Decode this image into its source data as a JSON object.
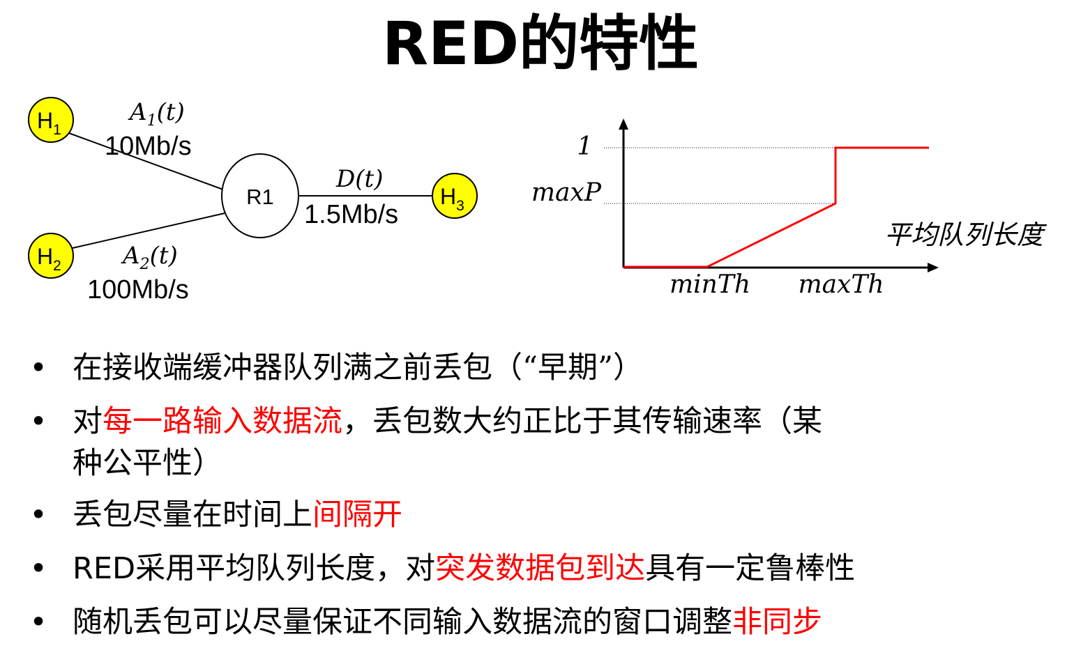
{
  "title": "RED的特性",
  "network": {
    "router": "R1",
    "host1": {
      "name": "H",
      "sub": "1"
    },
    "host2": {
      "name": "H",
      "sub": "2"
    },
    "host3": {
      "name": "H",
      "sub": "3"
    },
    "link1": {
      "func_name": "A",
      "func_sub": "1",
      "func_arg": "(t)",
      "rate": "10Mb/s"
    },
    "link2": {
      "func_name": "A",
      "func_sub": "2",
      "func_arg": "(t)",
      "rate": "100Mb/s"
    },
    "link3": {
      "func_name": "D",
      "func_arg": "(t)",
      "rate": "1.5Mb/s"
    },
    "colors": {
      "host_fill": "#ffff00",
      "line": "#000000"
    }
  },
  "graph": {
    "y_tick_top": "1",
    "y_tick_mid": "maxP",
    "x_label": "平均队列长度",
    "x_tick_min": "minTh",
    "x_tick_max": "maxTh",
    "curve_color": "#ff0000"
  },
  "bullets": [
    {
      "marker": "•",
      "parts": [
        {
          "text": "在接收端缓冲器队列满之前丢包（“早期”）",
          "red": false
        }
      ]
    },
    {
      "marker": "•",
      "parts": [
        {
          "text": "对",
          "red": false
        },
        {
          "text": "每一路输入数据流",
          "red": true
        },
        {
          "text": "，丢包数大约正比于其传输速率（某",
          "red": false
        },
        {
          "text": "种公平性）",
          "red": false
        }
      ]
    },
    {
      "marker": "•",
      "parts": [
        {
          "text": "丢包尽量在时间上",
          "red": false
        },
        {
          "text": "间隔开",
          "red": true
        }
      ]
    },
    {
      "marker": "•",
      "parts": [
        {
          "text": "RED",
          "red": false
        },
        {
          "text": "采用平均队列长度，对",
          "red": false
        },
        {
          "text": "突发数据包到达",
          "red": true
        },
        {
          "text": "具有一定鲁棒性",
          "red": false
        }
      ]
    },
    {
      "marker": "•",
      "parts": [
        {
          "text": "随机丢包可以尽量保证不同输入数据流的窗口调整",
          "red": false
        },
        {
          "text": "非同步",
          "red": true
        }
      ]
    }
  ]
}
